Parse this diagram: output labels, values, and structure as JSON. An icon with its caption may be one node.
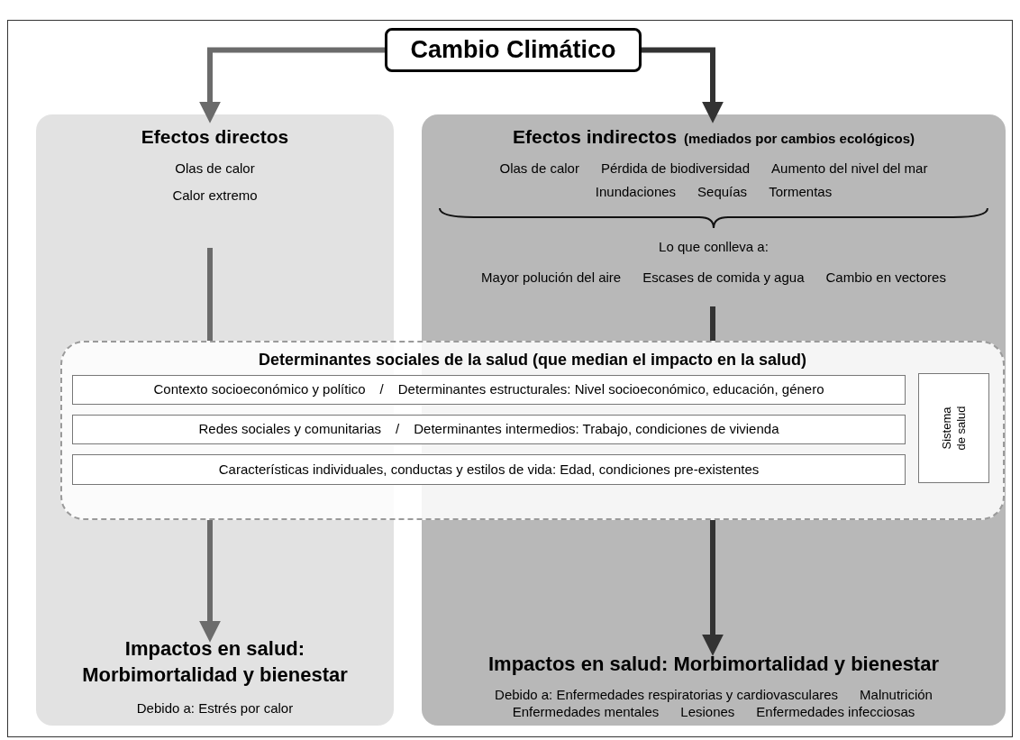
{
  "diagram": {
    "nodes": [
      {
        "text": [
          "Cambio Climático"
        ]
      },
      {
        "text": [],
        "shape": "box"
      },
      {
        "text": [
          "Efectos directos",
          "Olas de calor",
          "Calor extremo"
        ],
        "in": 1
      },
      {
        "text": [
          "Impactos en salud: Morbimortalidad y bienestar",
          "Debido a: Estrés por calor"
        ],
        "in": 1
      },
      {
        "text": [],
        "shape": "box"
      },
      {
        "text": [
          "Efectos indirectos",
          "(mediados por cambios ecológicos)",
          "Olas de calor",
          "Pérdida de biodiversidad",
          "Aumento del nivel del mar",
          "Inundaciones",
          "Sequías",
          "Tormentas",
          "Lo que conlleva a:",
          "Mayor polución del aire",
          "Escases de comida y agua",
          "Cambio en vectores"
        ],
        "in": 4
      },
      {
        "text": [
          "Impactos en salud: Morbimortalidad y bienestar",
          "Debido a: Enfermedades respiratorias y cardiovasculares",
          "Malnutrición",
          "Enfermedades mentales",
          "Lesiones",
          "Enfermedades infecciosas"
        ],
        "in": 4
      },
      {
        "text": [
          "Determinantes sociales de la salud (que median el impacto en la salud)"
        ]
      },
      {
        "text": [
          "Contexto socioeconómico y político",
          "/",
          "Determinantes estructurales: Nivel socioeconómico, educación, género"
        ],
        "in": 7
      },
      {
        "text": [
          "Redes sociales y comunitarias",
          "/",
          "Determinantes intermedios: Trabajo, condiciones de vivienda"
        ],
        "in": 7
      },
      {
        "text": [
          "Características individuales, conductas y estilos de vida: Edad, condiciones pre-existentes"
        ],
        "in": 7
      },
      {
        "text": [
          "Sistema de salud"
        ]
      }
    ],
    "edges": [
      {
        "from": 0,
        "to": 1,
        "arrow": "to",
        "color": "#6b6b6b"
      },
      {
        "from": 0,
        "to": 4,
        "arrow": "to",
        "color": "#333333"
      },
      {
        "from": 2,
        "to": 7,
        "arrow": "none",
        "color": "#6b6b6b"
      },
      {
        "from": 7,
        "to": 3,
        "arrow": "to",
        "color": "#6b6b6b"
      },
      {
        "from": 5,
        "to": 7,
        "arrow": "none",
        "color": "#333333"
      },
      {
        "from": 7,
        "to": 6,
        "arrow": "to",
        "color": "#333333"
      }
    ]
  }
}
